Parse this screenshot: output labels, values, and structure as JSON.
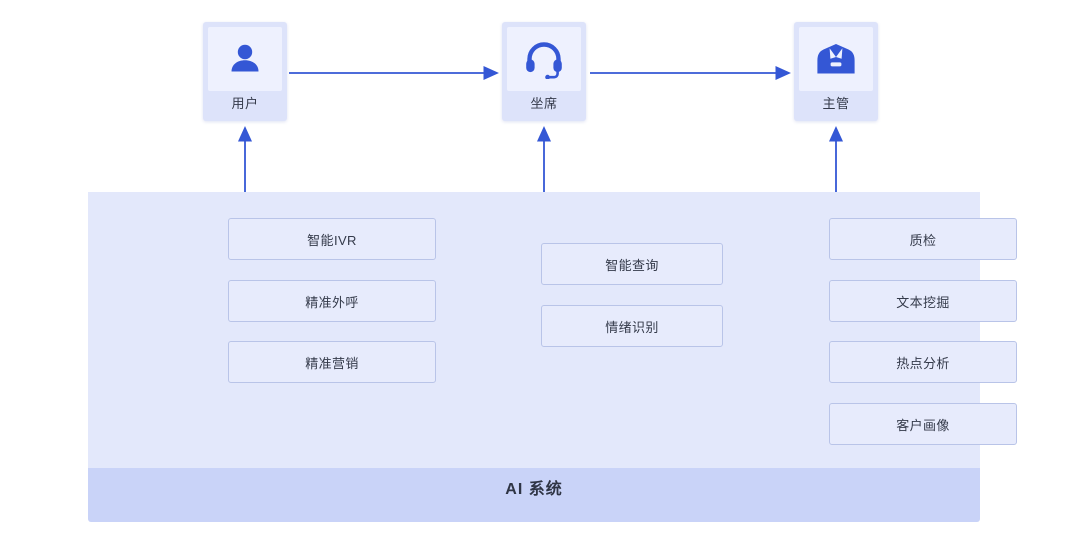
{
  "diagram": {
    "title": "AI 系统",
    "roles": [
      {
        "id": "user",
        "label": "用户",
        "icon": "person-icon"
      },
      {
        "id": "agent",
        "label": "坐席",
        "icon": "headset-icon"
      },
      {
        "id": "supervisor",
        "label": "主管",
        "icon": "suit-tie-icon"
      }
    ],
    "columns": {
      "left": [
        "智能IVR",
        "精准外呼",
        "精准营销"
      ],
      "middle": [
        "智能查询",
        "情绪识别"
      ],
      "right": [
        "质检",
        "文本挖掘",
        "热点分析",
        "客户画像"
      ]
    },
    "colors": {
      "accent": "#3457d5",
      "panel_outer": "#c9d3f8",
      "panel_inner": "#e3e8fb",
      "card_body": "#dde3fa",
      "card_icon_area": "#eef1fe",
      "box_fill": "#e7ebfc",
      "box_border": "#b9c4e8",
      "text": "#343a4a",
      "wire": "#3f5fbe"
    },
    "connections": [
      {
        "from": "user",
        "to": "agent",
        "direction": "right"
      },
      {
        "from": "agent",
        "to": "supervisor",
        "direction": "right"
      },
      {
        "from": "ai-system",
        "to": "user",
        "direction": "up"
      },
      {
        "from": "ai-system",
        "to": "agent",
        "direction": "up"
      },
      {
        "from": "ai-system",
        "to": "supervisor",
        "direction": "up"
      },
      {
        "from": "客户画像",
        "to": "精准营销",
        "direction": "left-up"
      }
    ]
  }
}
